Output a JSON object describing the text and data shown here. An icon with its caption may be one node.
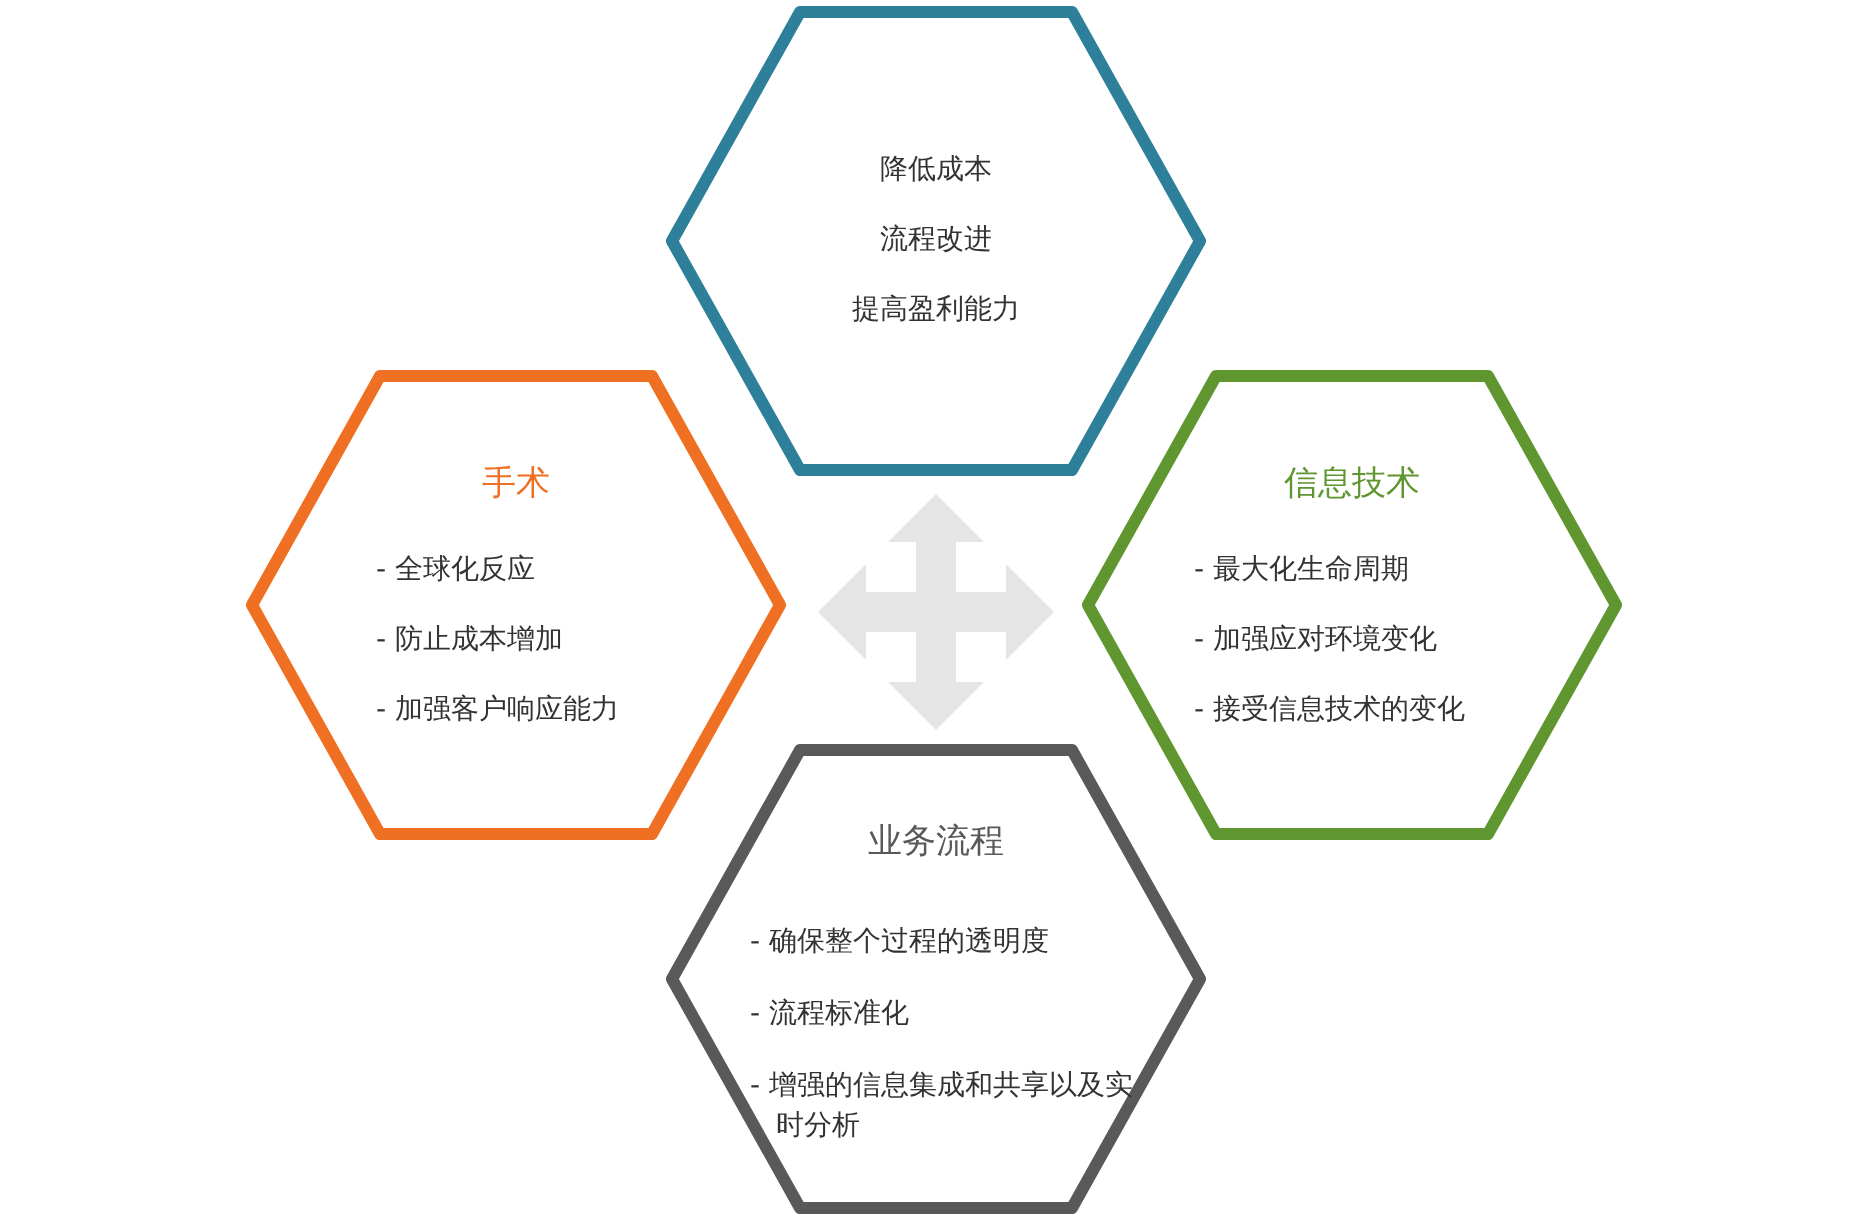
{
  "diagram": {
    "nodes": [
      {
        "text": [
          "降低成本",
          "流程改进",
          "提高盈利能力"
        ]
      },
      {
        "text": [
          "手术",
          "- 全球化反应",
          "- 防止成本增加",
          "- 加强客户响应能力"
        ]
      },
      {
        "text": [
          "信息技术",
          "- 最大化生命周期",
          "- 加强应对环境变化",
          "- 接受信息技术的变化"
        ]
      },
      {
        "text": [
          "业务流程",
          "- 确保整个过程的透明度",
          "- 流程标准化",
          "- 增强的信息集成和共享以及实时分析"
        ]
      }
    ]
  }
}
